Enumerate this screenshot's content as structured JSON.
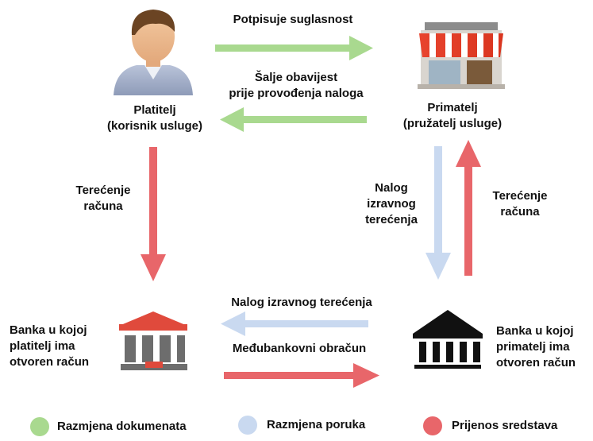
{
  "actors": {
    "payer": {
      "line1": "Platitelj",
      "line2": "(korisnik usluge)",
      "icon": "person-icon"
    },
    "payee": {
      "line1": "Primatelj",
      "line2": "(pružatelj usluge)",
      "icon": "storefront-icon"
    },
    "payer_bank": {
      "line1": "Banka u kojoj",
      "line2": "platitelj ima",
      "line3": "otvoren račun",
      "icon": "bank-icon-red"
    },
    "payee_bank": {
      "line1": "Banka u kojoj",
      "line2": "primatelj ima",
      "line3": "otvoren račun",
      "icon": "bank-icon-black"
    }
  },
  "flows": {
    "signs_consent": "Potpisuje suglasnost",
    "sends_notice_1": "Šalje obavijest",
    "sends_notice_2": "prije provođenja naloga",
    "debit_left_1": "Terećenje",
    "debit_left_2": "računa",
    "order_vertical_1": "Nalog",
    "order_vertical_2": "izravnog",
    "order_vertical_3": "terećenja",
    "debit_right_1": "Terećenje",
    "debit_right_2": "računa",
    "order_horizontal": "Nalog izravnog terećenja",
    "interbank": "Međubankovni obračun"
  },
  "legend": [
    {
      "label": "Razmjena dokumenata",
      "color": "#a9d98f"
    },
    {
      "label": "Razmjena poruka",
      "color": "#c9d9f0"
    },
    {
      "label": "Prijenos sredstava",
      "color": "#e8666a"
    }
  ],
  "colors": {
    "green": "#a9d98f",
    "blue": "#c9d9f0",
    "red": "#e8666a"
  }
}
